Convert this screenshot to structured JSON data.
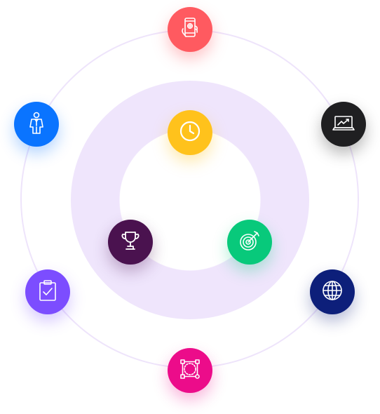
{
  "nodes": [
    {
      "name": "mobile-app-node",
      "icon": "smartphone-icon",
      "color": "#ff5a60",
      "shadow": "rgba(255,90,96,0.35)"
    },
    {
      "name": "analytics-node",
      "icon": "laptop-chart-icon",
      "color": "#1f1f21",
      "shadow": "rgba(0,0,0,0.28)"
    },
    {
      "name": "global-node",
      "icon": "globe-icon",
      "color": "#0d1f7a",
      "shadow": "rgba(13,31,122,0.3)"
    },
    {
      "name": "design-node",
      "icon": "vector-design-icon",
      "color": "#ec0c8a",
      "shadow": "rgba(236,12,138,0.3)"
    },
    {
      "name": "tasks-node",
      "icon": "clipboard-check-icon",
      "color": "#7c4dff",
      "shadow": "rgba(124,77,255,0.3)"
    },
    {
      "name": "business-person-node",
      "icon": "businessman-icon",
      "color": "#0a74ff",
      "shadow": "rgba(10,116,255,0.3)"
    },
    {
      "name": "time-node",
      "icon": "clock-icon",
      "color": "#ffc21c",
      "shadow": "rgba(255,194,28,0.35)"
    },
    {
      "name": "goal-node",
      "icon": "target-icon",
      "color": "#08c97b",
      "shadow": "rgba(8,201,123,0.3)"
    },
    {
      "name": "achievement-node",
      "icon": "trophy-icon",
      "color": "#4a124f",
      "shadow": "rgba(74,18,79,0.3)"
    }
  ],
  "ring_colors": {
    "outer_ring": "#eee4fb",
    "inner_donut": "#efe5fc"
  }
}
